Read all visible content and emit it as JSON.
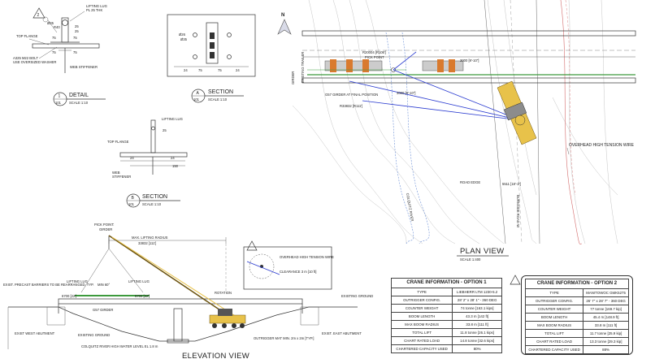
{
  "detail": {
    "lifting_lug": "LIFTING LUG",
    "pl_thk": "PL 25 THK",
    "top_flange": "TOP FLANGE",
    "bolt": "A325 M22 BOLT",
    "washer": "USE OVERSIZED WASHER",
    "web_stiffener": "WEB STIFFENER",
    "dims": [
      "25",
      "25",
      "75",
      "75",
      "75",
      "75",
      "24",
      "24",
      "R40",
      "Ø35",
      "Ø26"
    ],
    "title": "DETAIL",
    "num": "1",
    "sheet": "101",
    "scale": "SCALE 1:10"
  },
  "section_a": {
    "letter": "A",
    "title": "SECTION",
    "sheet": "101",
    "scale": "SCALE 1:10",
    "dims": [
      "Ø26",
      "Ø35",
      "24",
      "24",
      "75",
      "75",
      "26",
      "24"
    ]
  },
  "section_b": {
    "lifting_lug": "LIFTING LUG",
    "top_flange": "TOP FLANGE",
    "web": "WEB",
    "stiffener": "STIFFENER",
    "dims": [
      "25",
      "24",
      "24",
      "150"
    ],
    "letter": "B",
    "title": "SECTION",
    "sheet": "101",
    "scale": "SCALE 1:10"
  },
  "plan": {
    "north": "N",
    "pick_point": "PICK POINT",
    "r1": "R20004 [R106']",
    "r2": "R33832 [R111']",
    "g57": "G57 GIRDER AT FINAL POSITION",
    "dim1": "3000 [9'-10\"]",
    "dim2": "3000 [9'-10\"]",
    "road_edge": "ROAD EDGE",
    "girder": "GIRDER",
    "existing_trailer": "EXISTING TRAILER",
    "creek": "COLQUITZ RIVER",
    "overhead": "OVERHEAD HIGH TENSION WIRE",
    "street": "BURNSIDE ROAD W",
    "dim3": "5511 [18'-1\"]",
    "title": "PLAN VIEW",
    "scale": "SCALE 1:400"
  },
  "elevation": {
    "pick_point": "PICK POINT:",
    "pick_point2": "GIRDER",
    "max_radius": "MAX. LIFTING RADIUS",
    "max_radius_val": "33832 [111']",
    "lifting_lug_l": "LIFTING LUG",
    "lifting_lug_r": "LIFTING LUG",
    "min": "MIN 60°",
    "rotation": "ROTATION",
    "g57": "G57 GIRDER",
    "exist_barrier": "EXIST. PRECAST BARRIERS TO BE REARRANGED, TYP.",
    "d6700a": "6700 [22']",
    "d6700b": "6700 [22']",
    "exist_west": "EXIST WEST ABUTMENT",
    "exist_ground_l": "EXISTING GROUND",
    "exist_ground_r": "EXISTING GROUND",
    "river": "COLQUITZ RIVER HIGH WATER LEVEL EL 1.8 m",
    "outrigger": "OUTRIGGER MAT MIN. 2m x 2m [TYP.]",
    "exist_east": "EXIST. EAST ABUTMENT",
    "title": "ELEVATION VIEW"
  },
  "inset": {
    "overhead": "OVERHEAD HIGH TENSION WIRE",
    "clearance": "CLEARANCE 3 m [10 ft]"
  },
  "crane1": {
    "title": "CRANE INFORMATION - OPTION 1",
    "rows": [
      [
        "TYPE",
        "LIEBHERR LTM 1230-5.2"
      ],
      [
        "OUTRIGGER CONFIG.",
        "28' 2\" x 28' 1\" - 360 DEG"
      ],
      [
        "COUNTER WEIGHT",
        "74 tonne [163.1 kips]"
      ],
      [
        "BOOM LENGTH",
        "43.3 m [142 ft]"
      ],
      [
        "MAX BOOM RADIUS",
        "33.8 m [111 ft]"
      ],
      [
        "TOTAL LIFT",
        "11.8 tonne [26.1 kips]"
      ],
      [
        "CHART RATED LOAD",
        "14.8 tonne [32.6 kips]"
      ],
      [
        "CHARTERED CAPACITY USED",
        "80%"
      ]
    ]
  },
  "crane2": {
    "title": "CRANE INFORMATION - OPTION 2",
    "rows": [
      [
        "TYPE",
        "MANITOWOC GMK5275"
      ],
      [
        "OUTRIGGER CONFIG.",
        "26' 7\" x 28' 7\" - 360 DEG"
      ],
      [
        "COUNTER WEIGHT",
        "77 tonne [169.7 kip]"
      ],
      [
        "BOOM LENGTH",
        "45.4 m [148.9 ft]"
      ],
      [
        "MAX BOOM RADIUS",
        "33.8 m [111 ft]"
      ],
      [
        "TOTAL LIFT",
        "11.7 tonne [25.9 kip]"
      ],
      [
        "CHART RATED LOAD",
        "13.3 tonne [29.3 kip]"
      ],
      [
        "CHARTERED CAPACITY USED",
        "88%"
      ]
    ]
  },
  "revision_tag": "2"
}
